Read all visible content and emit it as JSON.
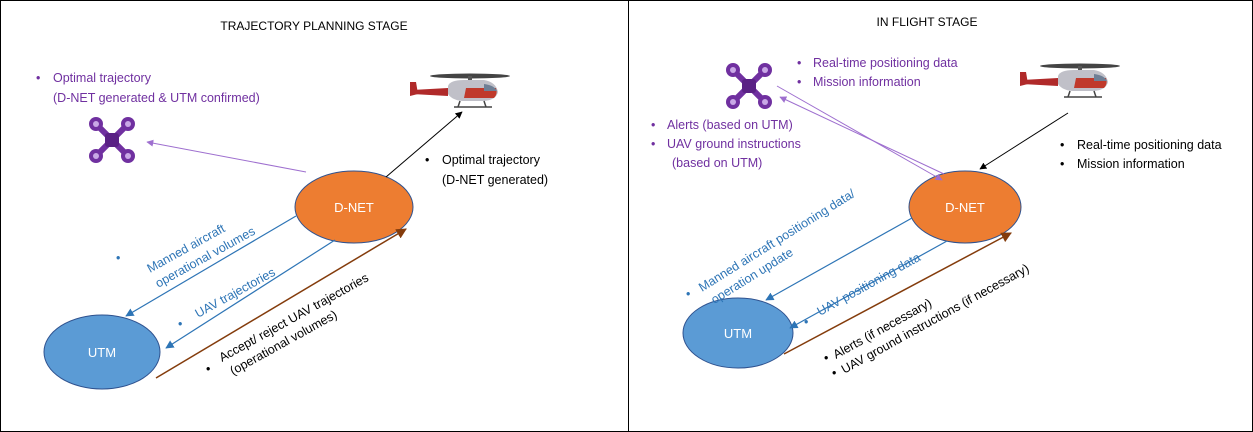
{
  "left": {
    "title": "TRAJECTORY PLANNING STAGE",
    "d_net": "D-NET",
    "utm": "UTM",
    "drone_msg": [
      "Optimal trajectory",
      "(D-NET generated & UTM confirmed)"
    ],
    "heli_msg": [
      "Optimal trajectory",
      "(D-NET generated)"
    ],
    "manned_msg": [
      "Manned aircraft",
      "operational volumes"
    ],
    "uav_traj_msg": "UAV trajectories",
    "accept_msg": [
      "Accept/ reject UAV trajectories",
      "(operational volumes)"
    ]
  },
  "right": {
    "title": "IN FLIGHT STAGE",
    "d_net": "D-NET",
    "utm": "UTM",
    "top_purple": [
      "Real-time positioning data",
      "Mission information"
    ],
    "side_purple": [
      "Alerts (based on UTM)",
      "UAV ground instructions",
      "(based on UTM)"
    ],
    "heli_msg": [
      "Real-time positioning data",
      "Mission information"
    ],
    "manned_msg": [
      "Manned aircraft positioning data/",
      "operation update"
    ],
    "uav_pos_msg": "UAV positioning data",
    "alerts_msg": [
      "Alerts (if necessary)",
      "UAV ground instructions (if necessary)"
    ]
  },
  "colors": {
    "d_net": "#ed7d31",
    "utm": "#5b9bd5",
    "purple": "#7030a0",
    "blue": "#2e75b6",
    "brown": "#843c0c"
  }
}
